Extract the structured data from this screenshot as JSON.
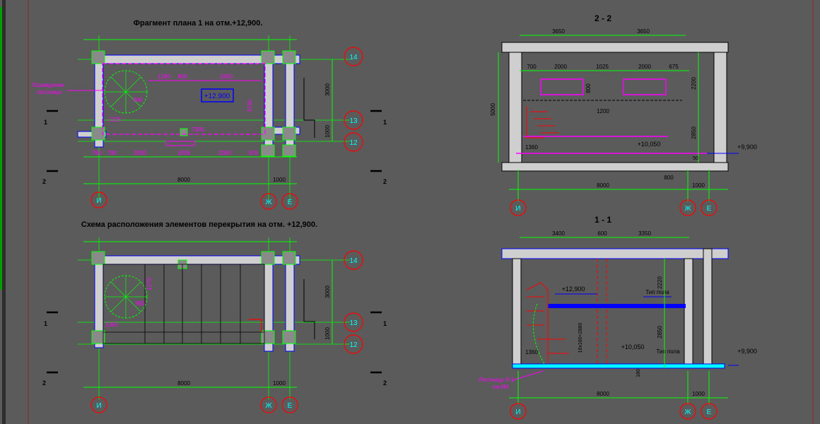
{
  "titles": {
    "plan": "Фрагмент плана 1 на отм.+12,900.",
    "scheme": "Схема расположения элементов перекрытия на отм. +12,900.",
    "section22": "2 - 2",
    "section11": "1 - 1"
  },
  "axes": {
    "i": "И",
    "zh": "Ж",
    "e": "Е",
    "a14": "14",
    "a13": "13",
    "a12": "12"
  },
  "cuts": {
    "one": "1",
    "two": "2"
  },
  "plan": {
    "railing_note_1": "Ограждение",
    "railing_note_2": "лестницы",
    "level_box": "+12,900",
    "dims_top": [
      "1290",
      "800",
      "3350"
    ],
    "dim_900": "900",
    "dim_1225": "1225",
    "dim_7300": "7300",
    "dim_3740": "3740",
    "dims_bottom": [
      "760",
      "700",
      "2000",
      "1926",
      "2000",
      "676"
    ],
    "dim_8000": "8000",
    "dim_1000": "1000",
    "dim_3000": "3000",
    "dim_1000v": "1000"
  },
  "scheme": {
    "dim_1270": "1270",
    "dim_900": "900",
    "dim_1350": "1350",
    "dim_3000": "3000",
    "dim_1000v": "1000",
    "dim_8000": "8000",
    "dim_1000": "1000"
  },
  "sec22": {
    "dims_top": [
      "3650",
      "3650"
    ],
    "dims_row2": [
      "700",
      "2000",
      "1025",
      "2000",
      "675"
    ],
    "dim_800a": "800",
    "dim_800b": "800",
    "dim_1200": "1200",
    "dim_1360": "1360",
    "dim_5000": "5000",
    "dim_2200": "2200",
    "dim_2850": "2850",
    "dim_50": "50",
    "level_10050": "+10,050",
    "level_9900": "+9,900",
    "dim_8000": "8000",
    "dim_1000": "1000"
  },
  "sec11": {
    "dims_top": [
      "3400",
      "600",
      "3350"
    ],
    "level_12900": "+12,900",
    "floor_type_1": "Тип пола",
    "floor_type_2": "Тип пола",
    "level_10050": "+10,050",
    "level_9900": "+9,900",
    "dim_1360": "1360",
    "stair_note": "16х180=2880",
    "dim_2220": "2220",
    "dim_2850": "2850",
    "dim_180": "180",
    "stair_label_1": "Лестница Л-1",
    "stair_label_2": "см.КМ",
    "dim_8000": "8000",
    "dim_1000": "1000"
  },
  "colors": {
    "background": "#5b5b5b",
    "dimension": "#00ff00",
    "magenta": "#ff00ff",
    "cyan_wall": "#00ffff",
    "red_axis": "#ff0000",
    "blue": "#0000ff",
    "text_dark": "#000000",
    "hatch": "#cfcfcf"
  }
}
